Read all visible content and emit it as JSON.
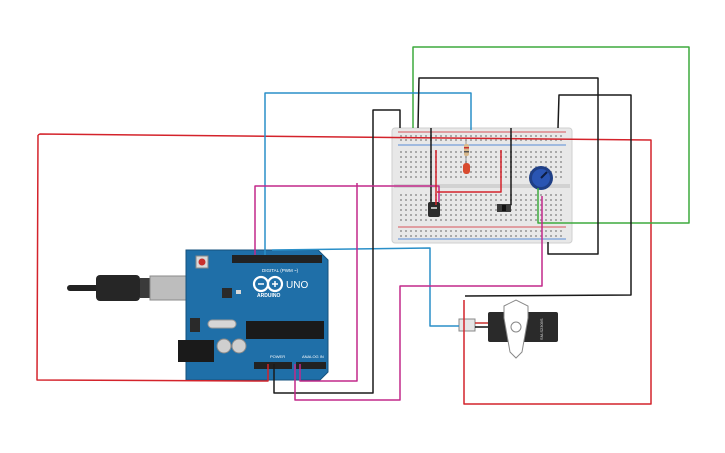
{
  "colors": {
    "wire_red": "#d4232b",
    "wire_green": "#3daa3d",
    "wire_blue": "#2a8fc8",
    "wire_black": "#1a1a1a",
    "wire_magenta": "#c2298a",
    "arduino_board": "#1f6fa8",
    "breadboard": "#e6e6e6",
    "servo_body": "#2a2a2a"
  },
  "arduino": {
    "brand": "ARDUINO",
    "model": "UNO",
    "digital_label": "DIGITAL (PWM ~)",
    "power_label": "POWER",
    "analog_label": "ANALOG IN"
  },
  "servo": {
    "model": "SM-S2309S"
  },
  "components": {
    "led": "red-led",
    "potentiometer": "rotary-potentiometer",
    "sensor": "tmp-sensor",
    "button": "push-button"
  }
}
